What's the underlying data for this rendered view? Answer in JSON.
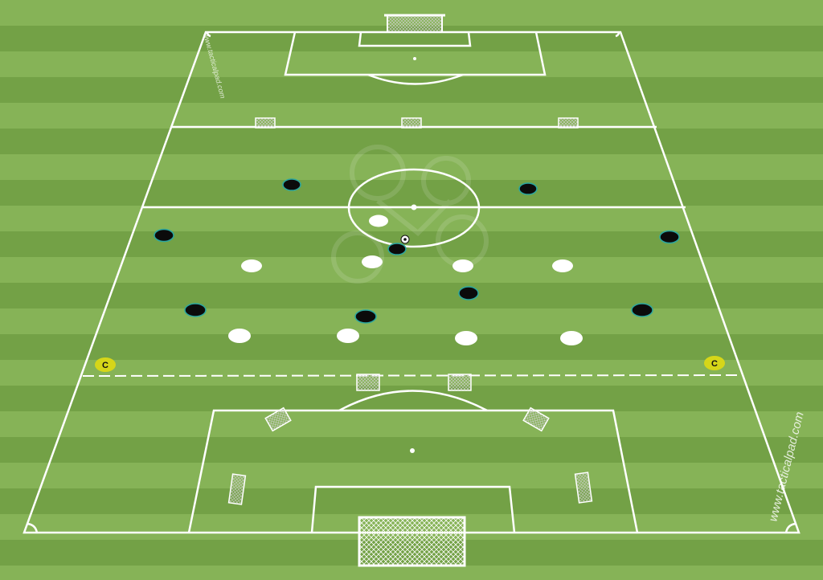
{
  "watermark": {
    "main": "www.tacticalpad.com",
    "small": "www.tacticalpad.com"
  },
  "colors": {
    "stripe_light": "#86b357",
    "stripe_dark": "#73a146",
    "line": "#ffffff",
    "team_dark": "#0b0b0b",
    "team_dark_ring": "#2aa7a0",
    "team_white": "#ffffff",
    "cone": "#d6d619"
  },
  "icons": {
    "goal": "goal-net-icon",
    "mini_goal": "mini-goal-icon",
    "ball": "soccer-ball-icon",
    "cone": "cone-marker-icon",
    "logo": "tacticalpad-logo-icon"
  },
  "cone_label": "C"
}
